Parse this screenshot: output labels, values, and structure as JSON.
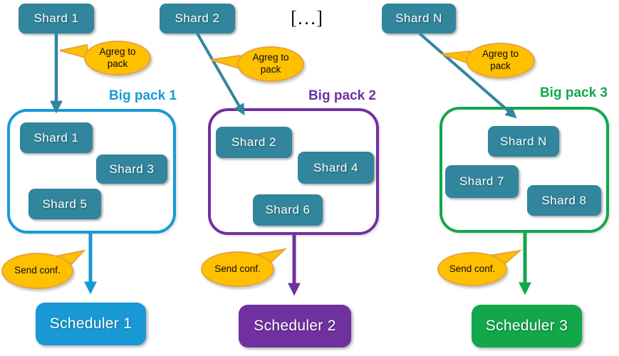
{
  "ellipsis": "[…]",
  "colors": {
    "shard_teal": "#31859C",
    "pack1_blue": "#1899D6",
    "pack2_purple": "#7030A0",
    "pack3_green": "#12A74B",
    "bubble_fill": "#FFC000",
    "bubble_border": "#E8A33D"
  },
  "columns": [
    {
      "source_shard": "Shard 1",
      "agreg_bubble": "Agreg to pack",
      "pack_label": "Big pack 1",
      "pack_shards": [
        "Shard 1",
        "Shard 3",
        "Shard 5"
      ],
      "send_bubble": "Send conf.",
      "scheduler": "Scheduler 1"
    },
    {
      "source_shard": "Shard 2",
      "agreg_bubble": "Agreg to pack",
      "pack_label": "Big pack 2",
      "pack_shards": [
        "Shard 2",
        "Shard 4",
        "Shard 6"
      ],
      "send_bubble": "Send conf.",
      "scheduler": "Scheduler 2"
    },
    {
      "source_shard": "Shard N",
      "agreg_bubble": "Agreg to pack",
      "pack_label": "Big pack 3",
      "pack_shards": [
        "Shard N",
        "Shard 7",
        "Shard 8"
      ],
      "send_bubble": "Send conf.",
      "scheduler": "Scheduler 3"
    }
  ]
}
